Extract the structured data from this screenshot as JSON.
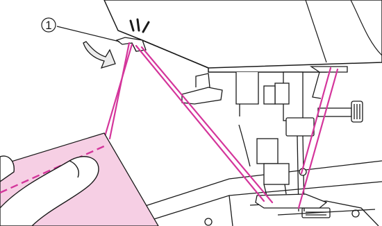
{
  "figure": {
    "callout": {
      "number": "1"
    },
    "colors": {
      "thread": "#d4359b",
      "fabric": "#f6cfe4",
      "fabric_stitch": "#d4359b",
      "line": "#1a1a1a",
      "machine_fill": "#ffffff",
      "shade": "#e9e9e9"
    },
    "elements": [
      "sewing-machine-head",
      "thread-cutter",
      "presser-foot",
      "needle-bar",
      "needle-plate",
      "fabric-sheet",
      "left-hand",
      "pulling-arrow",
      "snap-marks"
    ]
  }
}
